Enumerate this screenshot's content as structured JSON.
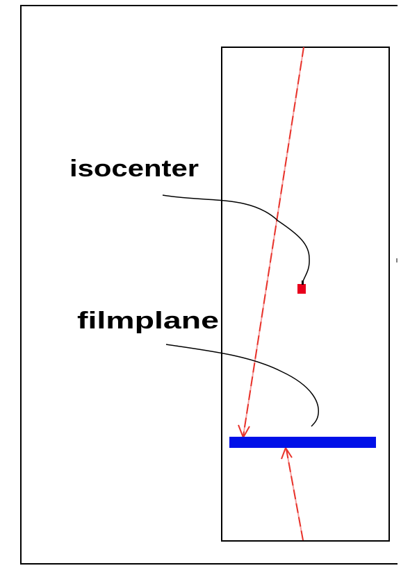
{
  "diagram": {
    "labels": {
      "isocenter": "isocenter",
      "film_plane": "filmplane"
    },
    "colors": {
      "frame": "#000000",
      "beam": "#e8332b",
      "beam_light": "#f5a0a0",
      "isocenter_marker": "#e8001c",
      "film": "#0010e8",
      "leader_line": "#000000"
    },
    "elements": {
      "outer_frame": "outer-border",
      "phantom_box": "phantom-box",
      "beam_incoming": "beam-ray-incoming",
      "beam_exit": "beam-ray-exit",
      "film_bar": "film-plane-bar",
      "isocenter_dot": "isocenter-marker"
    }
  }
}
